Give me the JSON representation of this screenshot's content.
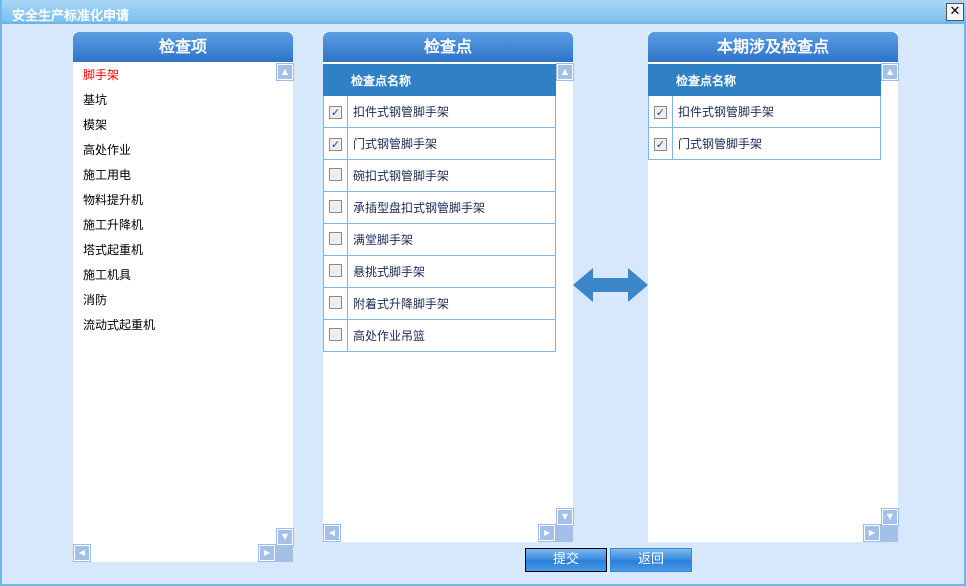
{
  "window": {
    "title": "安全生产标准化申请",
    "close": "✕"
  },
  "left": {
    "header": "检查项",
    "items": [
      "脚手架",
      "基坑",
      "模架",
      "高处作业",
      "施工用电",
      "物料提升机",
      "施工升降机",
      "塔式起重机",
      "施工机具",
      "消防",
      "流动式起重机"
    ],
    "selected_color": "#ff0000"
  },
  "middle": {
    "header": "检查点",
    "col": "检查点名称",
    "rows": [
      {
        "name": "扣件式钢管脚手架",
        "checked": true
      },
      {
        "name": "门式钢管脚手架",
        "checked": true
      },
      {
        "name": "碗扣式钢管脚手架",
        "checked": false
      },
      {
        "name": "承插型盘扣式钢管脚手架",
        "checked": false
      },
      {
        "name": "满堂脚手架",
        "checked": false
      },
      {
        "name": "悬挑式脚手架",
        "checked": false
      },
      {
        "name": "附着式升降脚手架",
        "checked": false
      },
      {
        "name": "高处作业吊篮",
        "checked": false
      }
    ]
  },
  "right": {
    "header": "本期涉及检查点",
    "col": "检查点名称",
    "rows": [
      {
        "name": "扣件式钢管脚手架",
        "checked": true
      },
      {
        "name": "门式钢管脚手架",
        "checked": true
      }
    ]
  },
  "buttons": {
    "submit": "提交",
    "back": "返回"
  }
}
